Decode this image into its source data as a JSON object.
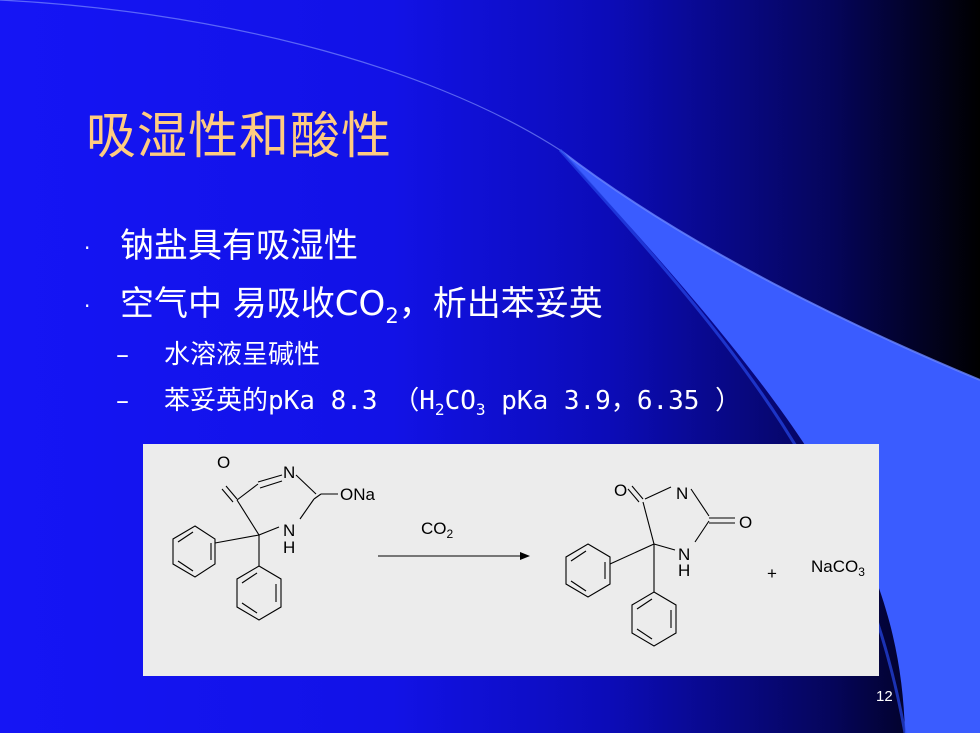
{
  "slide": {
    "title": "吸湿性和酸性",
    "bullet_marker": "·",
    "sub_marker": "–",
    "bullets": [
      "钠盐具有吸湿性",
      {
        "pre": "空气中 易吸收CO",
        "sub": "2",
        "post": "，析出苯妥英"
      }
    ],
    "sub_bullets": [
      "水溶液呈碱性",
      {
        "pre": "苯妥英的pKa  8.3  （H",
        "h_sub": "2",
        "mid": "CO",
        "co_sub": "3",
        "post": "   pKa  3.9，6.35 ）"
      }
    ],
    "page_number": "12"
  },
  "reaction": {
    "reactant_labels": {
      "o": "O",
      "n": "N",
      "nh_n": "N",
      "nh_h": "H",
      "ona": "ONa"
    },
    "reagent": {
      "text": "CO",
      "sub": "2"
    },
    "product_labels": {
      "o1": "O",
      "n": "N",
      "o2": "O",
      "nh_n": "N",
      "nh_h": "H"
    },
    "plus": "+",
    "byproduct": {
      "text": "NaCO",
      "sub": "3"
    }
  },
  "colors": {
    "title": "#ffcc80",
    "text": "#ffffff",
    "bg_left": "#1515f5",
    "bg_right": "#000000",
    "swoosh": "#3a5cff",
    "figure_bg": "#ececec"
  }
}
